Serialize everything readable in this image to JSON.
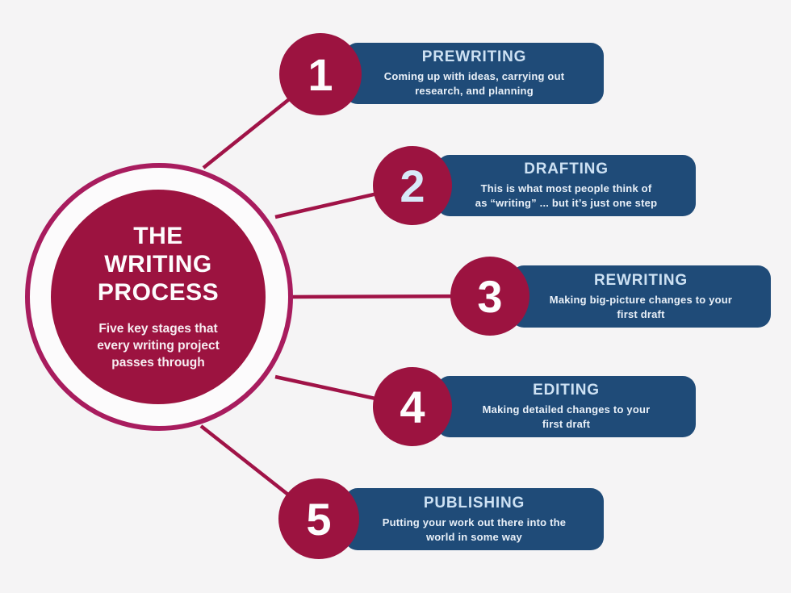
{
  "palette": {
    "background": "#f5f4f5",
    "crimson_fill": "#9c1340",
    "ring_stroke": "#a81c5e",
    "connector_line": "#a01347",
    "bar_blue": "#1f4b78",
    "stage_title_text": "#cde1f3",
    "stage_desc_text": "#e9f0f8",
    "number_default": "#fdfdfd",
    "number_stage2": "#d8e9f8"
  },
  "center": {
    "title": "THE WRITING PROCESS",
    "subtitle": "Five key stages that every writing project passes through"
  },
  "stages": [
    {
      "number": "1",
      "title": "PREWRITING",
      "lines": [
        "Coming up with ideas, carrying out",
        "research, and planning"
      ]
    },
    {
      "number": "2",
      "title": "DRAFTING",
      "lines": [
        "This is what most people think of",
        "as “writing” ... but it’s just one step"
      ]
    },
    {
      "number": "3",
      "title": "REWRITING",
      "lines": [
        "Making big-picture changes to your",
        "first draft"
      ]
    },
    {
      "number": "4",
      "title": "EDITING",
      "lines": [
        "Making detailed changes to your",
        "first draft"
      ]
    },
    {
      "number": "5",
      "title": "PUBLISHING",
      "lines": [
        "Putting your work out there into the",
        "world in some way"
      ]
    }
  ]
}
